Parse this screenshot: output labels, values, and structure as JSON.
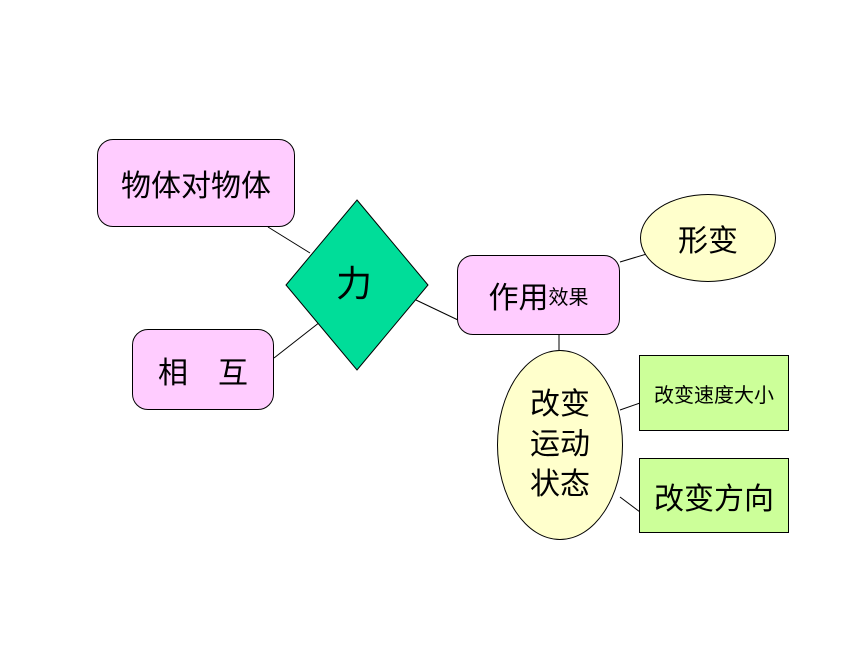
{
  "diagram": {
    "center": {
      "label": "力",
      "color": "#00dd99"
    },
    "nodes": {
      "wutidui": {
        "label": "物体对物体",
        "color": "#ffccff"
      },
      "xianghu": {
        "label": "相　互",
        "color": "#ffccff"
      },
      "zuoyong": {
        "label_main": "作用",
        "label_small": "效果",
        "color": "#ffccff"
      },
      "xingbian": {
        "label": "形变",
        "color": "#ffffcc"
      },
      "gaibian_state": {
        "lines": [
          "改变",
          "运动",
          "状态"
        ],
        "color": "#ffffcc"
      },
      "speed": {
        "label": "改变速度大小",
        "color": "#ccff99"
      },
      "direction": {
        "label": "改变方向",
        "color": "#ccff99"
      }
    }
  }
}
